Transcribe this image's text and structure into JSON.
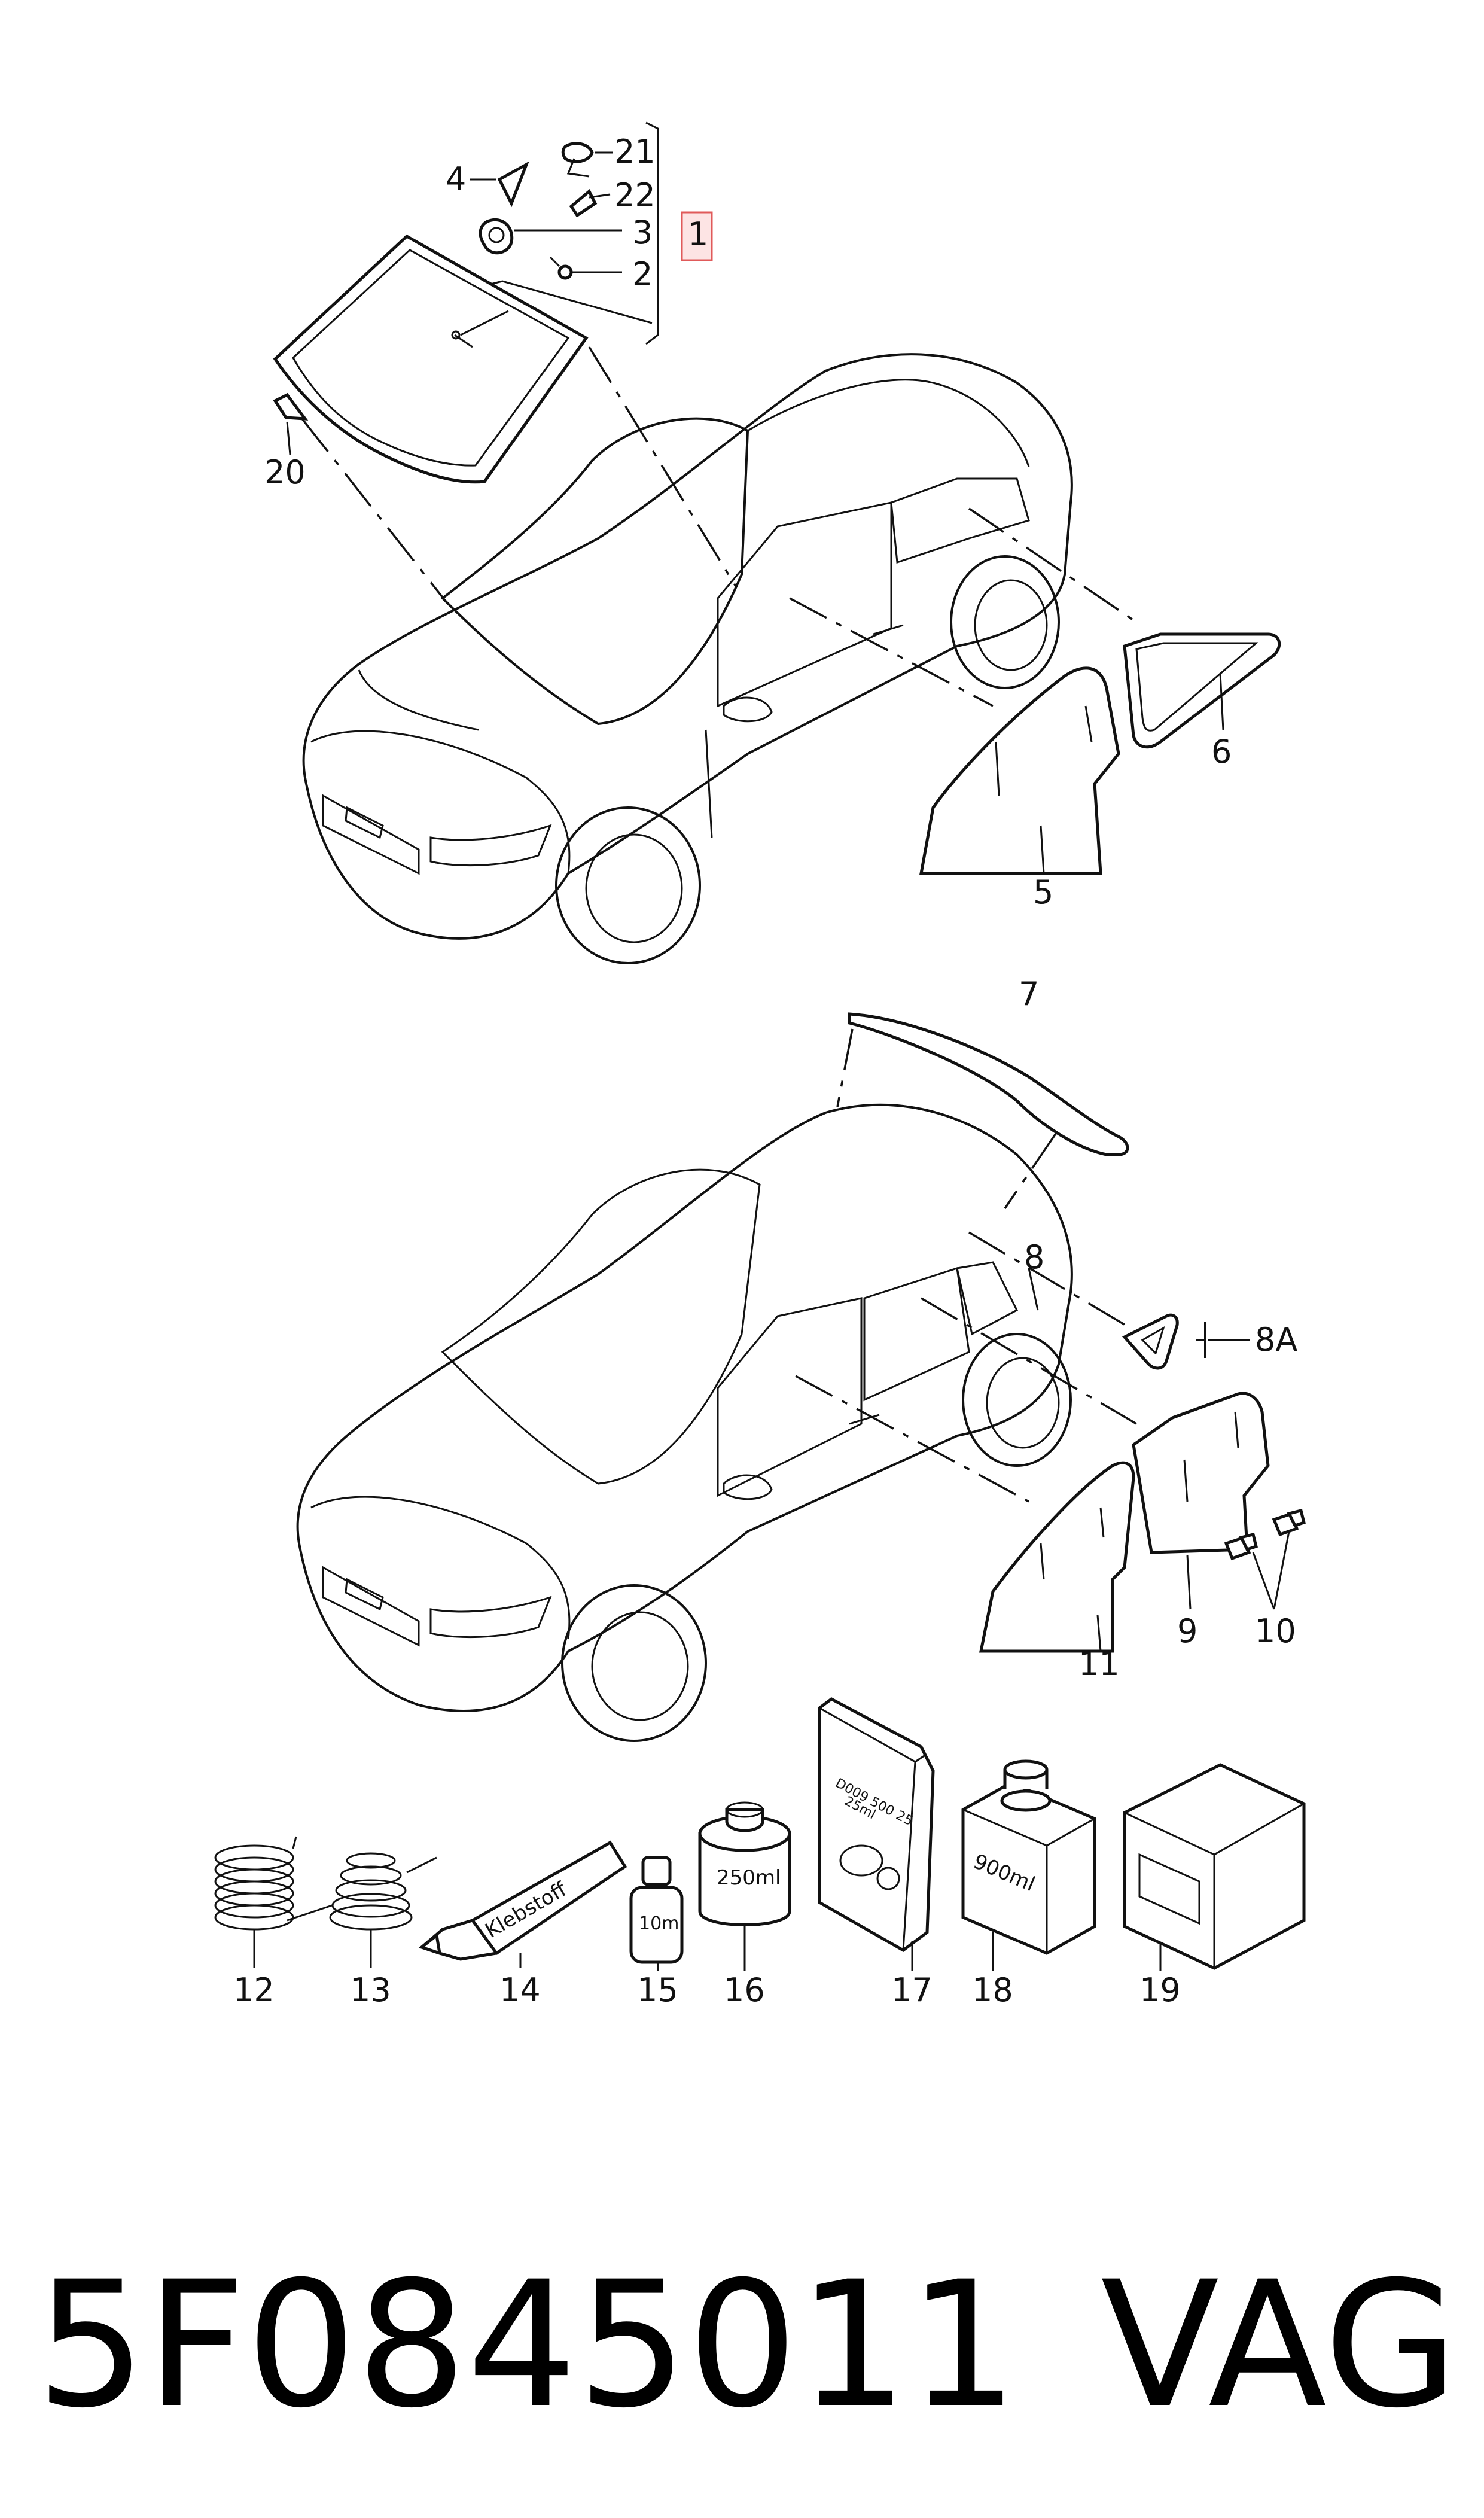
{
  "labels": {
    "p1": "1",
    "p2": "2",
    "p3": "3",
    "p4": "4",
    "p5": "5",
    "p6": "6",
    "p7": "7",
    "p8": "8",
    "p8a": "8A",
    "p9": "9",
    "p10": "10",
    "p11": "11",
    "p12": "12",
    "p13": "13",
    "p14": "14",
    "p15": "15",
    "p16": "16",
    "p17": "17",
    "p18": "18",
    "p19": "19",
    "p20": "20",
    "p21": "21",
    "p22": "22"
  },
  "containers": {
    "tube_text": "Klebstoff",
    "vial_text": "10ml",
    "can_text": "250ml",
    "bag_code": "D009 500 25",
    "bag_weight": "25ml",
    "bottle_text": "900ml"
  },
  "footer": {
    "part_number": "5F0845011",
    "brand": "VAG"
  },
  "colors": {
    "line": "#111111",
    "highlight_box": "#e05a5a",
    "highlight_fill": "#fde4e4"
  }
}
